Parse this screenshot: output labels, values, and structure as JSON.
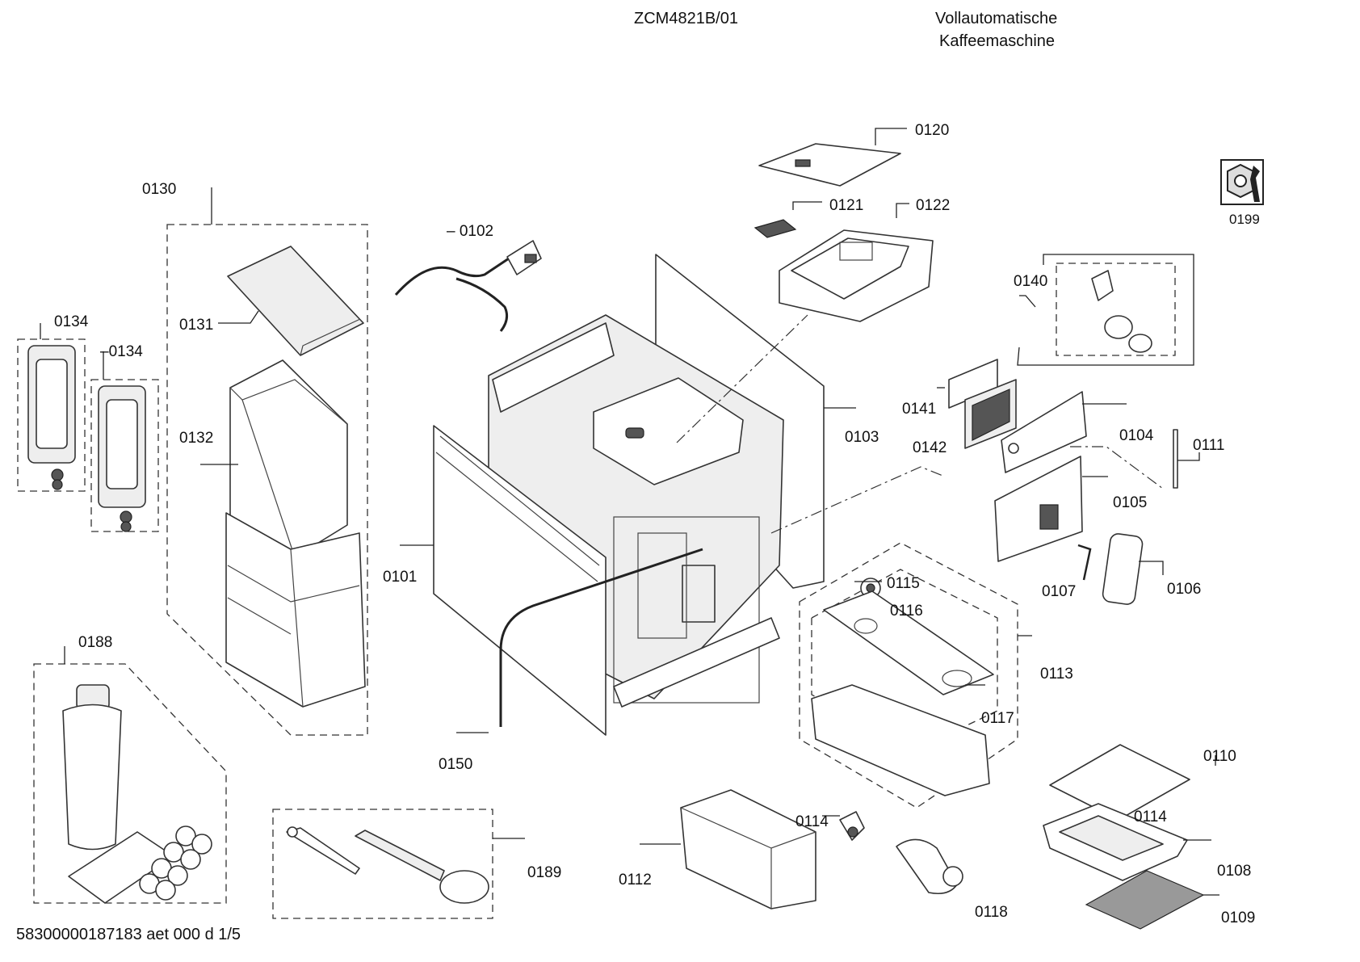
{
  "header": {
    "model": "ZCM4821B/01",
    "title_line1": "Vollautomatische",
    "title_line2": "Kaffeemaschine"
  },
  "footer": {
    "document_ref": "58300000187183 aet 000 d 1/5"
  },
  "parts": {
    "p0101": "0101",
    "p0102": "– 0102",
    "p0103": "0103",
    "p0104": "0104",
    "p0105": "0105",
    "p0106": "0106",
    "p0107": "0107",
    "p0108": "0108",
    "p0109": "0109",
    "p0110": "0110",
    "p0111": "0111",
    "p0112": "0112",
    "p0113": "0113",
    "p0114": "0114",
    "p0115": "0115",
    "p0116": "0116",
    "p0117": "0117",
    "p0118": "0118",
    "p0120": "0120",
    "p0121": "0121",
    "p0122": "0122",
    "p0130": "0130",
    "p0131": "0131",
    "p0132": "0132",
    "p0134a": "0134",
    "p0134b": "–0134",
    "p0140": "0140",
    "p0141": "0141",
    "p0142": "0142",
    "p0150": "0150",
    "p0188": "0188",
    "p0189": "0189",
    "p0199": "0199"
  },
  "icons": {
    "service": "wrench-nut-icon"
  }
}
